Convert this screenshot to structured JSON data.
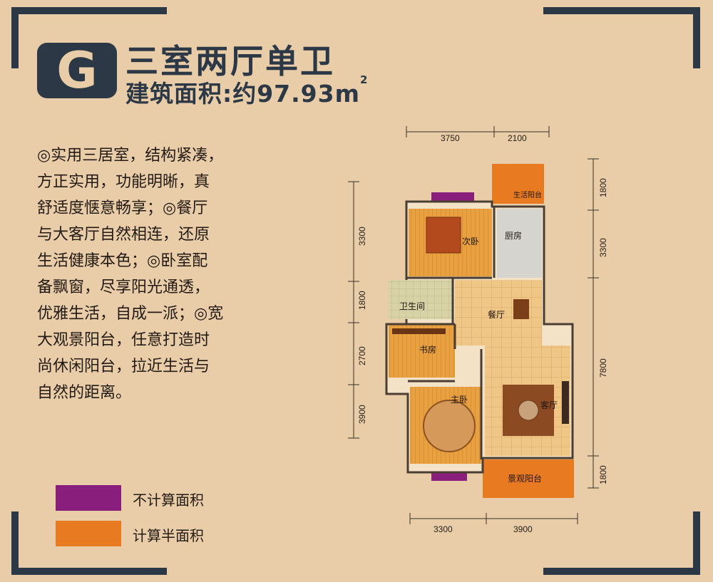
{
  "header": {
    "badge": "G",
    "title": "三室两厅单卫",
    "area_label": "建筑面积:约97.93m",
    "area_sup": "2"
  },
  "description": [
    "◎实用三居室，结构紧凑，",
    "方正实用，功能明晰，真",
    "舒适度惬意畅享；◎餐厅",
    "与大客厅自然相连，还原",
    "生活健康本色；◎卧室配",
    "备飘窗，尽享阳光通透，",
    "优雅生活，自成一派；◎宽",
    "大观景阳台，任意打造时",
    "尚休闲阳台，拉近生活与",
    "自然的距离。"
  ],
  "legend": [
    {
      "label": "不计算面积",
      "color": "#8a1e7d"
    },
    {
      "label": "计算半面积",
      "color": "#e87a22"
    }
  ],
  "plan": {
    "dims_top": [
      "3750",
      "2100"
    ],
    "dims_bottom": [
      "3300",
      "3900"
    ],
    "dims_left": [
      "3300",
      "1800",
      "2700",
      "3900"
    ],
    "dims_right": [
      "1800",
      "3300",
      "7800",
      "1800"
    ],
    "rooms": {
      "second_bedroom": "次卧",
      "kitchen": "厨房",
      "service_balcony": "生活阳台",
      "bathroom": "卫生间",
      "dining": "餐厅",
      "study": "书房",
      "master_bedroom": "主卧",
      "living": "客厅",
      "view_balcony": "景观阳台"
    }
  },
  "colors": {
    "background": "#e8cda8",
    "navy": "#2c3845",
    "purple": "#8a1e7d",
    "orange": "#e87a22"
  }
}
